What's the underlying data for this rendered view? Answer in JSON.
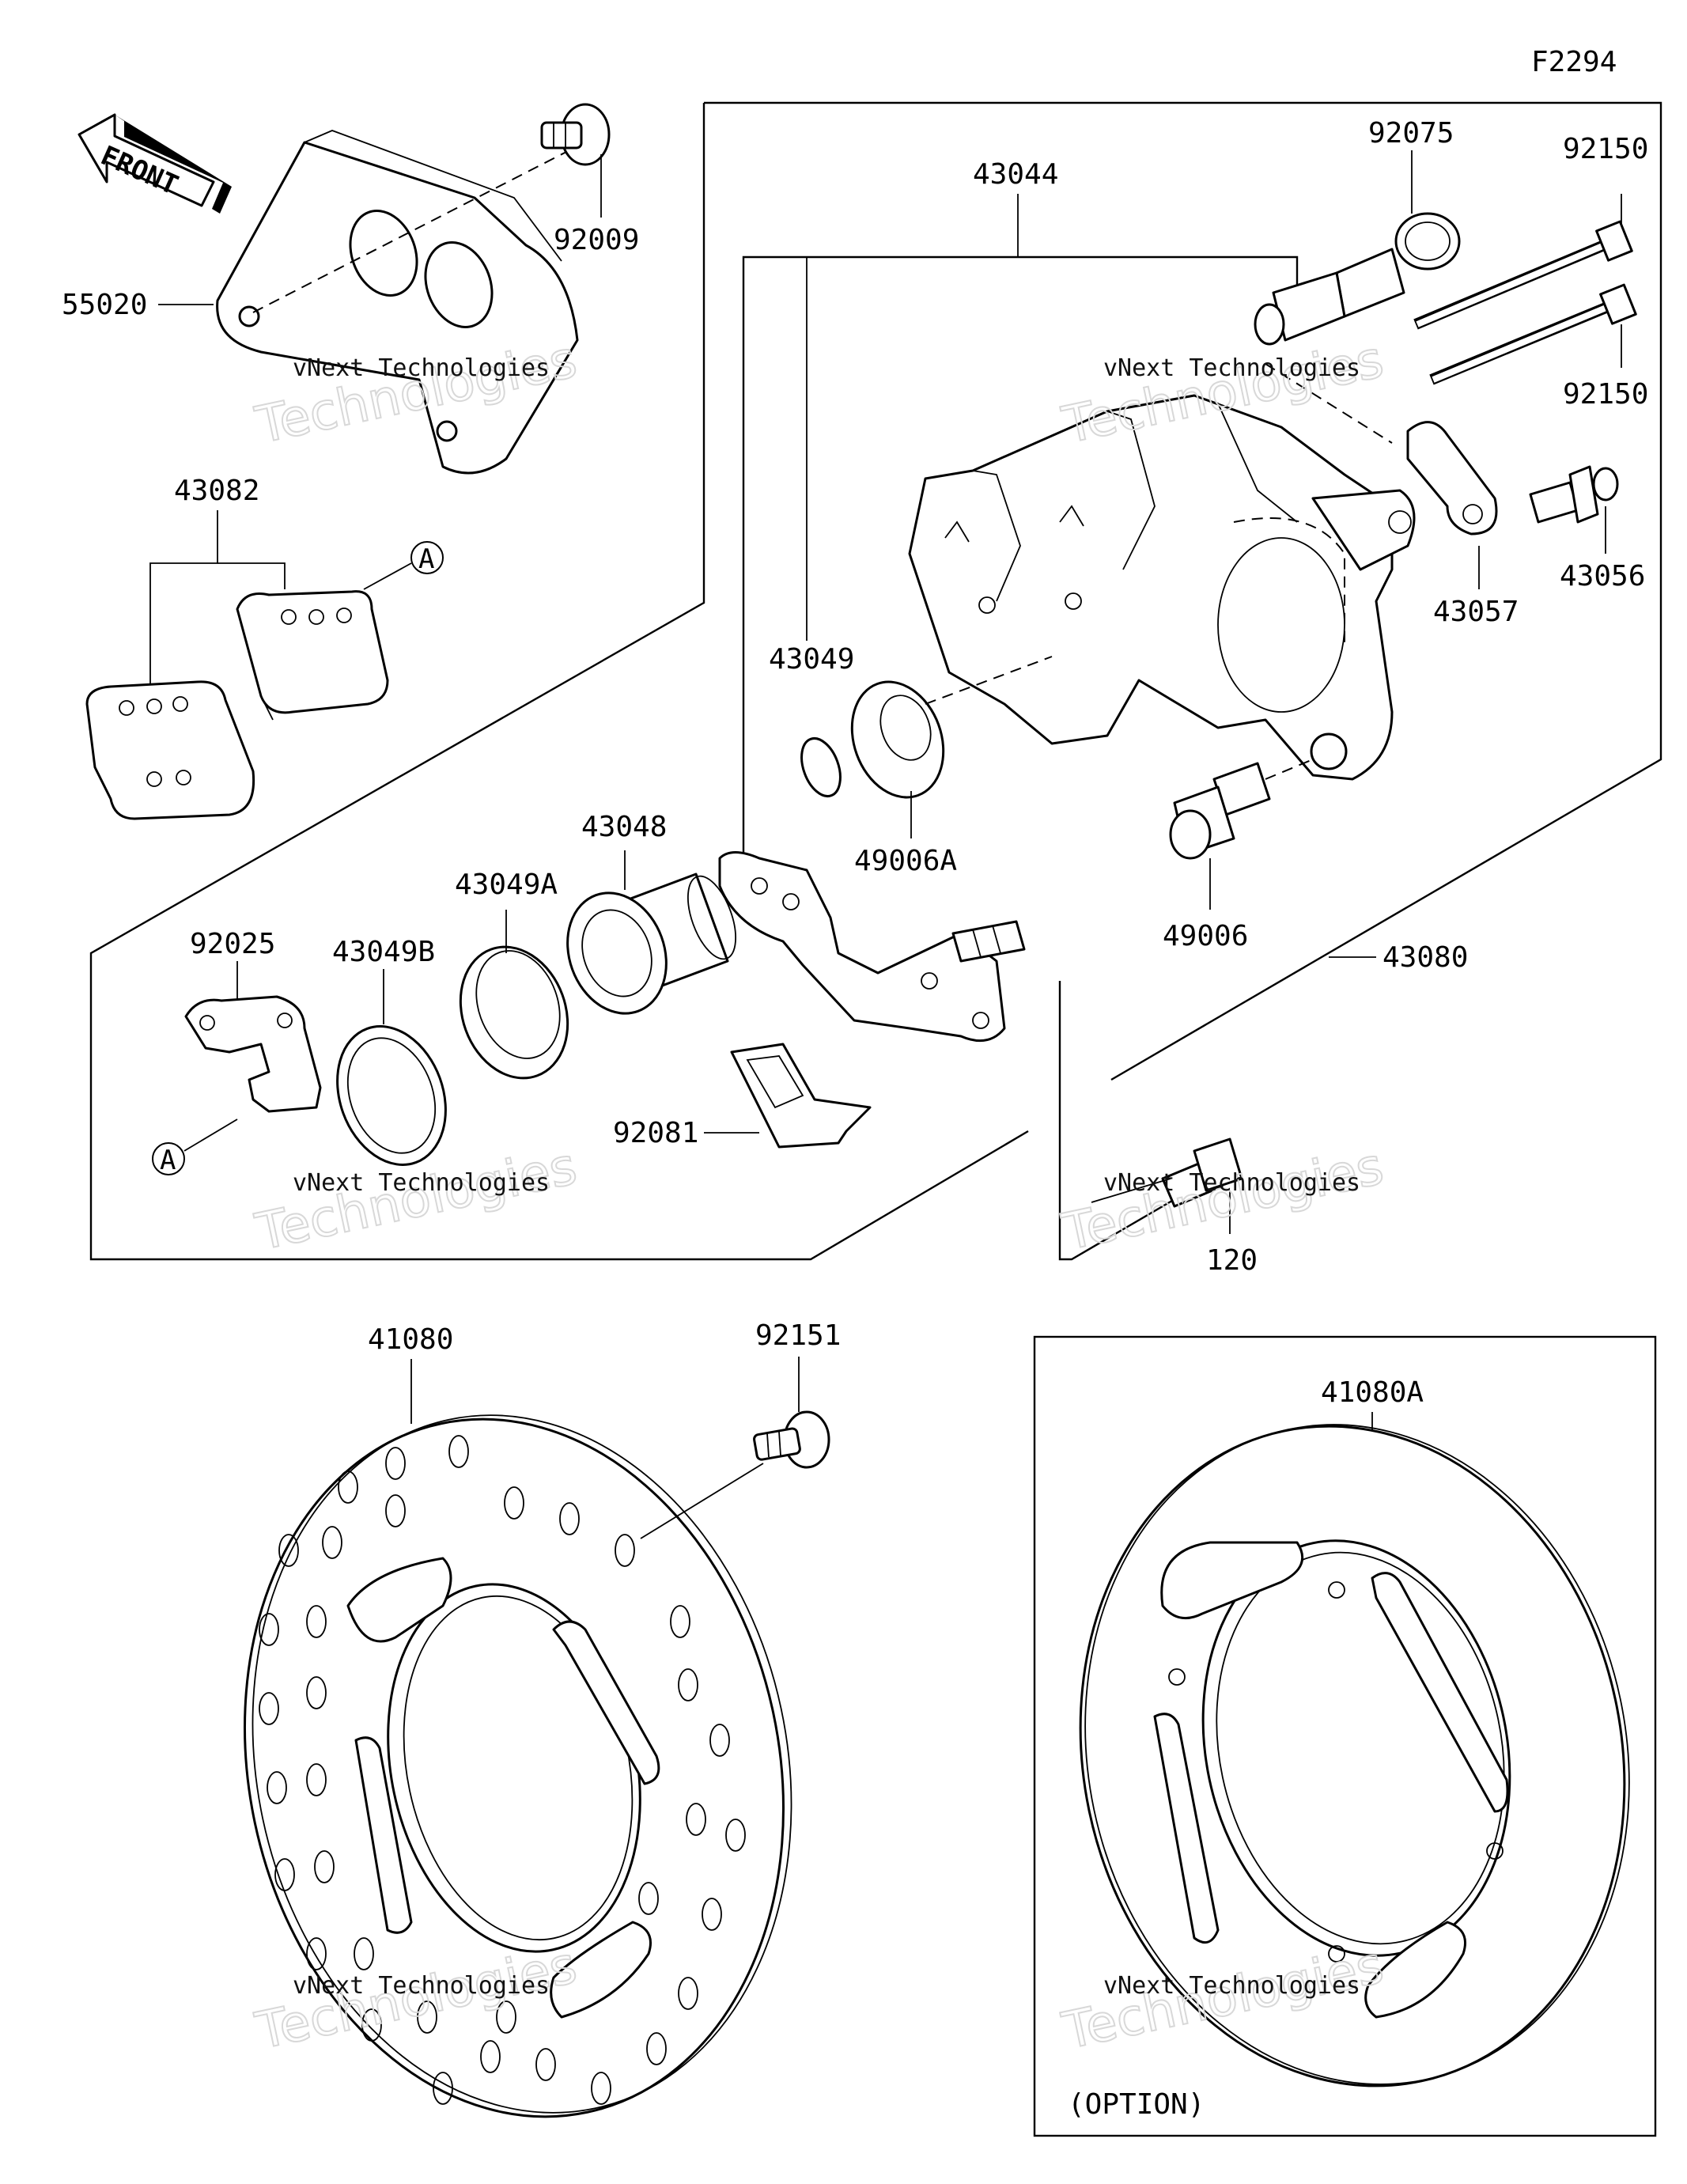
{
  "figure_code": "F2294",
  "front_label": "FRONT",
  "option_label": "(OPTION)",
  "reference_marker": "A",
  "watermark": {
    "line1": "vNext Technologies",
    "line2": "Technologies",
    "line3": "vNext"
  },
  "parts": {
    "p55020": "55020",
    "p92009": "92009",
    "p43082": "43082",
    "p43044": "43044",
    "p92075": "92075",
    "p92150a": "92150",
    "p92150b": "92150",
    "p43056": "43056",
    "p43057": "43057",
    "p43049": "43049",
    "p49006A": "49006A",
    "p49006": "49006",
    "p43080": "43080",
    "p43048": "43048",
    "p43049A": "43049A",
    "p43049B": "43049B",
    "p92025": "92025",
    "p92081": "92081",
    "p120": "120",
    "p41080": "41080",
    "p92151": "92151",
    "p41080A": "41080A"
  }
}
